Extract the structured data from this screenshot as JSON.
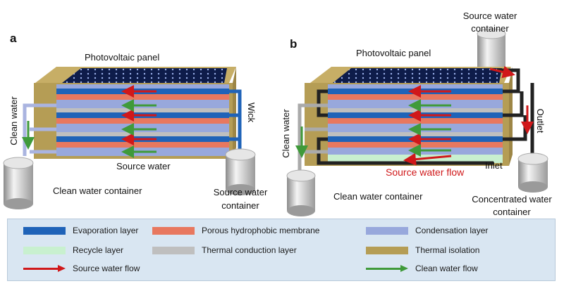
{
  "panel_a": {
    "letter": "a",
    "photovoltaic_label": "Photovoltaic panel",
    "clean_water_label": "Clean water",
    "wick_label": "Wick",
    "source_water_label": "Source water",
    "clean_container_label": "Clean water container",
    "source_container_line1": "Source water",
    "source_container_line2": "container"
  },
  "panel_b": {
    "letter": "b",
    "source_container_line1": "Source water",
    "source_container_line2": "container",
    "photovoltaic_label": "Photovoltaic panel",
    "clean_water_label": "Clean water",
    "outlet_label": "Outlet",
    "inlet_label": "Inlet",
    "source_flow_label": "Source water flow",
    "clean_container_label": "Clean water container",
    "concentrated_line1": "Concentrated water",
    "concentrated_line2": "container"
  },
  "legend": {
    "items": [
      {
        "label": "Evaporation layer",
        "color": "#1f63b8",
        "kind": "bar"
      },
      {
        "label": "Porous hydrophobic membrane",
        "color": "#e8785f",
        "kind": "bar"
      },
      {
        "label": "Condensation layer",
        "color": "#98a8dc",
        "kind": "bar"
      },
      {
        "label": "Recycle layer",
        "color": "#c8f0cf",
        "kind": "bar"
      },
      {
        "label": "Thermal conduction layer",
        "color": "#bfbfbf",
        "kind": "bar"
      },
      {
        "label": "Thermal isolation",
        "color": "#b59d55",
        "kind": "bar"
      },
      {
        "label": "Source water flow",
        "color": "#d0181a",
        "kind": "arrow"
      },
      {
        "label": "Clean water flow",
        "color": "#3f9a3a",
        "kind": "arrow"
      }
    ]
  },
  "colors": {
    "evaporation": "#1f63b8",
    "membrane": "#e8785f",
    "condensation": "#98a8dc",
    "recycle": "#c8f0cf",
    "conduction": "#bfbfbf",
    "isolation": "#b59d55",
    "source_flow": "#d0181a",
    "clean_flow": "#3f9a3a"
  }
}
